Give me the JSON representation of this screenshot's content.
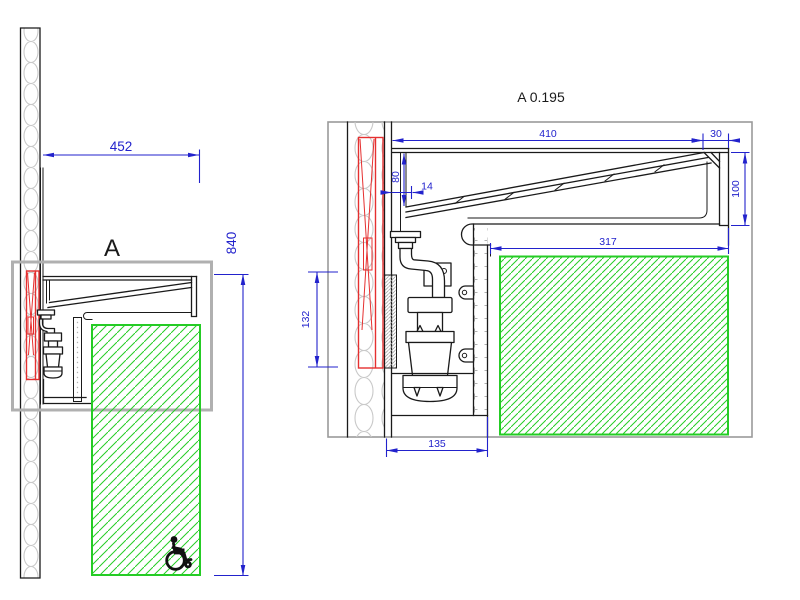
{
  "drawing": {
    "type": "architectural-section-detail-accessible-washbasin",
    "overall_view": {
      "detail_label": "A",
      "dimensions": {
        "counter_depth": "452",
        "counter_height": "840"
      },
      "accessibility_icon": "wheelchair-symbol"
    },
    "detail_view": {
      "title": "A 0.195",
      "dimensions": {
        "top_width": "410",
        "nose_width": "30",
        "backsplash_drop": "80",
        "wall_gap": "14",
        "front_edge_height": "100",
        "undercounter_width": "317",
        "bracket_height": "132",
        "service_gap": "135"
      }
    },
    "colors": {
      "dimension_blue": "#2222cc",
      "highlight_red": "#e53030",
      "insulation_green": "#25cc25",
      "masonry_gray": "#c9c9c9",
      "line_black": "#1a1a1a",
      "callout_gray": "#b0b0b0"
    }
  }
}
